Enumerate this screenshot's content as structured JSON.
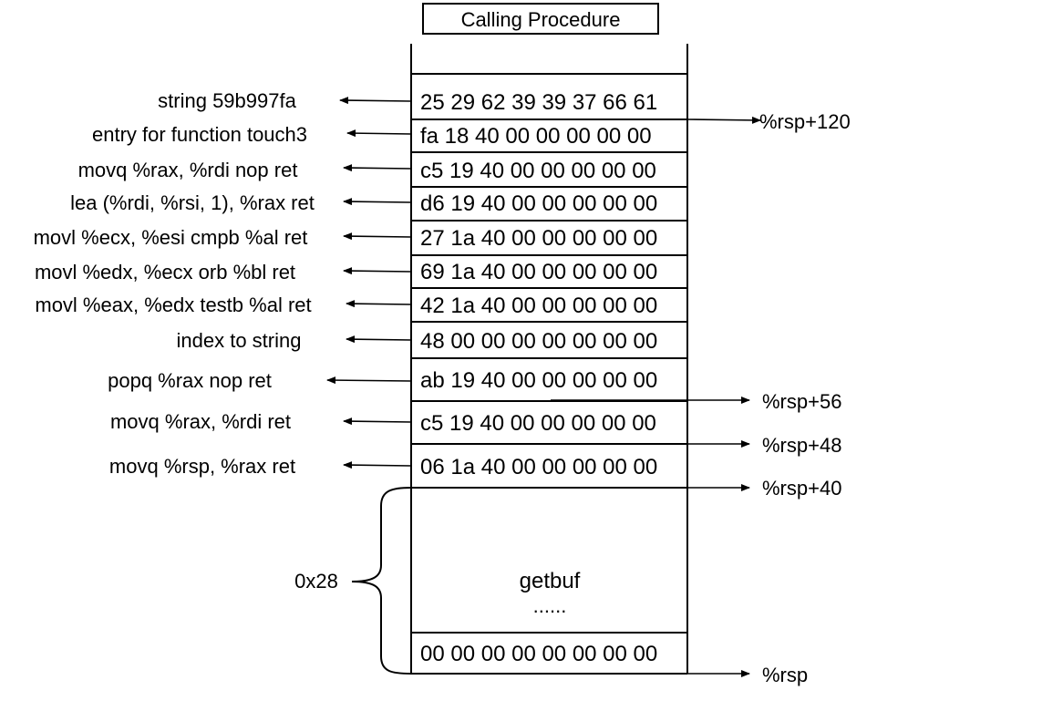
{
  "title": "Calling Procedure",
  "stack_cells": [
    "25 29 62 39 39 37 66 61",
    "fa 18 40 00 00 00 00 00",
    "c5 19 40 00 00 00 00 00",
    "d6 19 40 00 00 00 00 00",
    "27 1a 40 00 00 00 00 00",
    "69 1a 40 00 00 00 00 00",
    "42 1a 40 00 00 00 00 00",
    "48 00 00 00 00 00 00 00",
    "ab 19 40 00 00 00 00 00",
    "c5 19 40 00 00 00 00 00",
    "06 1a 40 00 00 00 00 00"
  ],
  "left_labels": [
    "string 59b997fa",
    "entry for function touch3",
    "movq %rax, %rdi nop ret",
    "lea (%rdi, %rsi, 1), %rax ret",
    "movl %ecx, %esi cmpb %al ret",
    "movl %edx, %ecx orb %bl ret",
    "movl %eax, %edx testb %al ret",
    "index to string",
    "popq %rax nop ret",
    "movq %rax, %rdi ret",
    "movq %rsp, %rax ret"
  ],
  "getbuf": {
    "label": "getbuf",
    "ellipsis": "......",
    "bottom_cell": "00 00 00 00 00 00 00 00",
    "size_label": "0x28"
  },
  "right_labels": [
    "%rsp+120",
    "%rsp+56",
    "%rsp+48",
    "%rsp+40",
    "%rsp"
  ]
}
